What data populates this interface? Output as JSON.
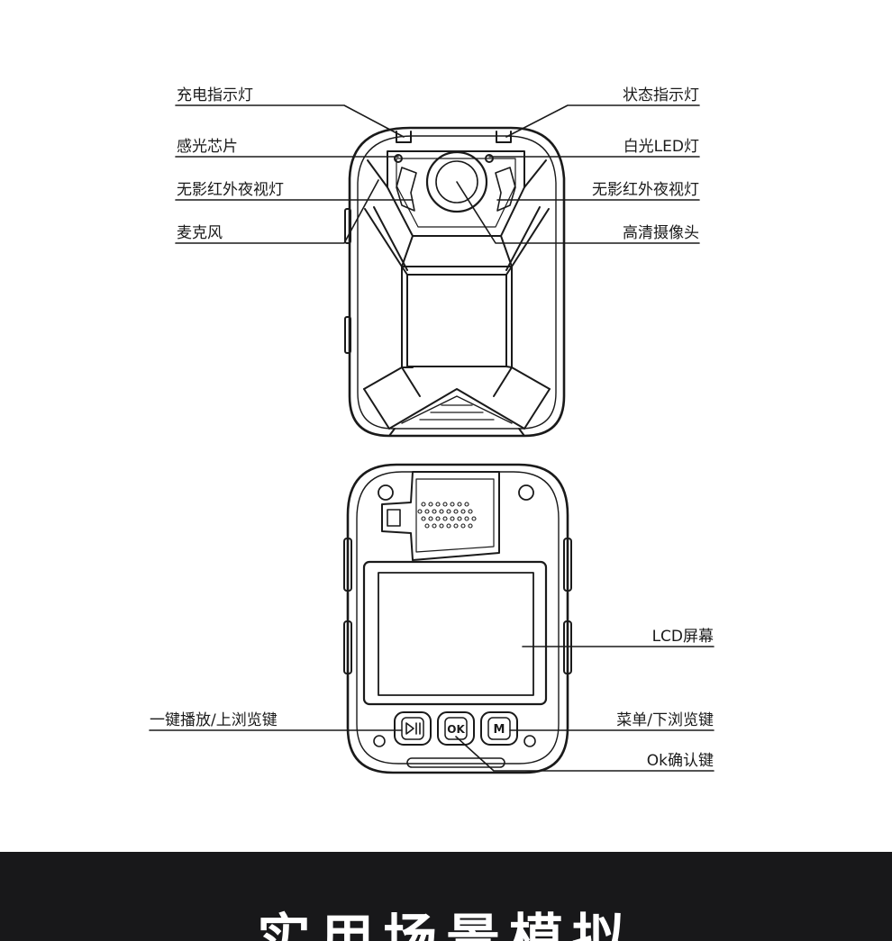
{
  "front_view": {
    "left_callouts": [
      {
        "id": "charge-led",
        "label": "充电指示灯"
      },
      {
        "id": "light-sensor",
        "label": "感光芯片"
      },
      {
        "id": "ir-left",
        "label": "无影红外夜视灯"
      },
      {
        "id": "microphone",
        "label": "麦克风"
      }
    ],
    "right_callouts": [
      {
        "id": "status-led",
        "label": "状态指示灯"
      },
      {
        "id": "white-led",
        "label": "白光LED灯"
      },
      {
        "id": "ir-right",
        "label": "无影红外夜视灯"
      },
      {
        "id": "hd-camera",
        "label": "高清摄像头"
      }
    ]
  },
  "back_view": {
    "callouts": [
      {
        "id": "lcd",
        "label": "LCD屏幕"
      },
      {
        "id": "play-up",
        "label": "一键播放/上浏览键"
      },
      {
        "id": "menu-down",
        "label": "菜单/下浏览键"
      },
      {
        "id": "ok",
        "label": "Ok确认键"
      }
    ],
    "buttons": {
      "ok": "OK",
      "menu": "M"
    }
  },
  "banner": {
    "title": "实用场景模拟"
  },
  "colors": {
    "line": "#1a1a1a",
    "banner_bg": "#18181a",
    "banner_text": "#ffffff"
  }
}
